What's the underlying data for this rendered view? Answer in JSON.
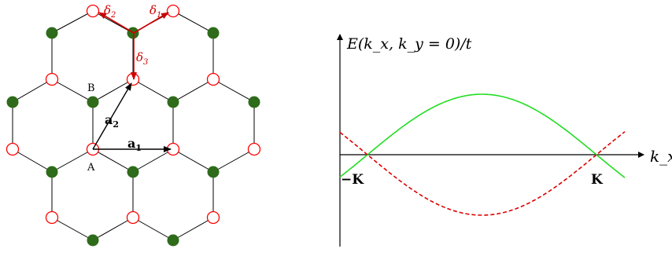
{
  "lattice": {
    "label_A": "A",
    "label_B": "B",
    "vector_a1": {
      "main": "a",
      "sub": "1"
    },
    "vector_a2": {
      "main": "a",
      "sub": "2"
    },
    "delta1": {
      "main": "δ",
      "sub": "1"
    },
    "delta2": {
      "main": "δ",
      "sub": "2"
    },
    "delta3": {
      "main": "δ",
      "sub": "3"
    },
    "colors": {
      "bond": "#000000",
      "site_A": "#ff0000",
      "site_B": "#2e6b1a",
      "delta_arrow": "#cc0000",
      "lattice_arrow": "#000000"
    }
  },
  "band_plot": {
    "ylabel": "E(k_x, k_y = 0)/t",
    "xlabel": "k_x",
    "left_point": "−K",
    "right_point": "K",
    "colors": {
      "upper_band": "#22dd22",
      "lower_band": "#dd0000"
    },
    "lower_band_style": "dashed"
  }
}
